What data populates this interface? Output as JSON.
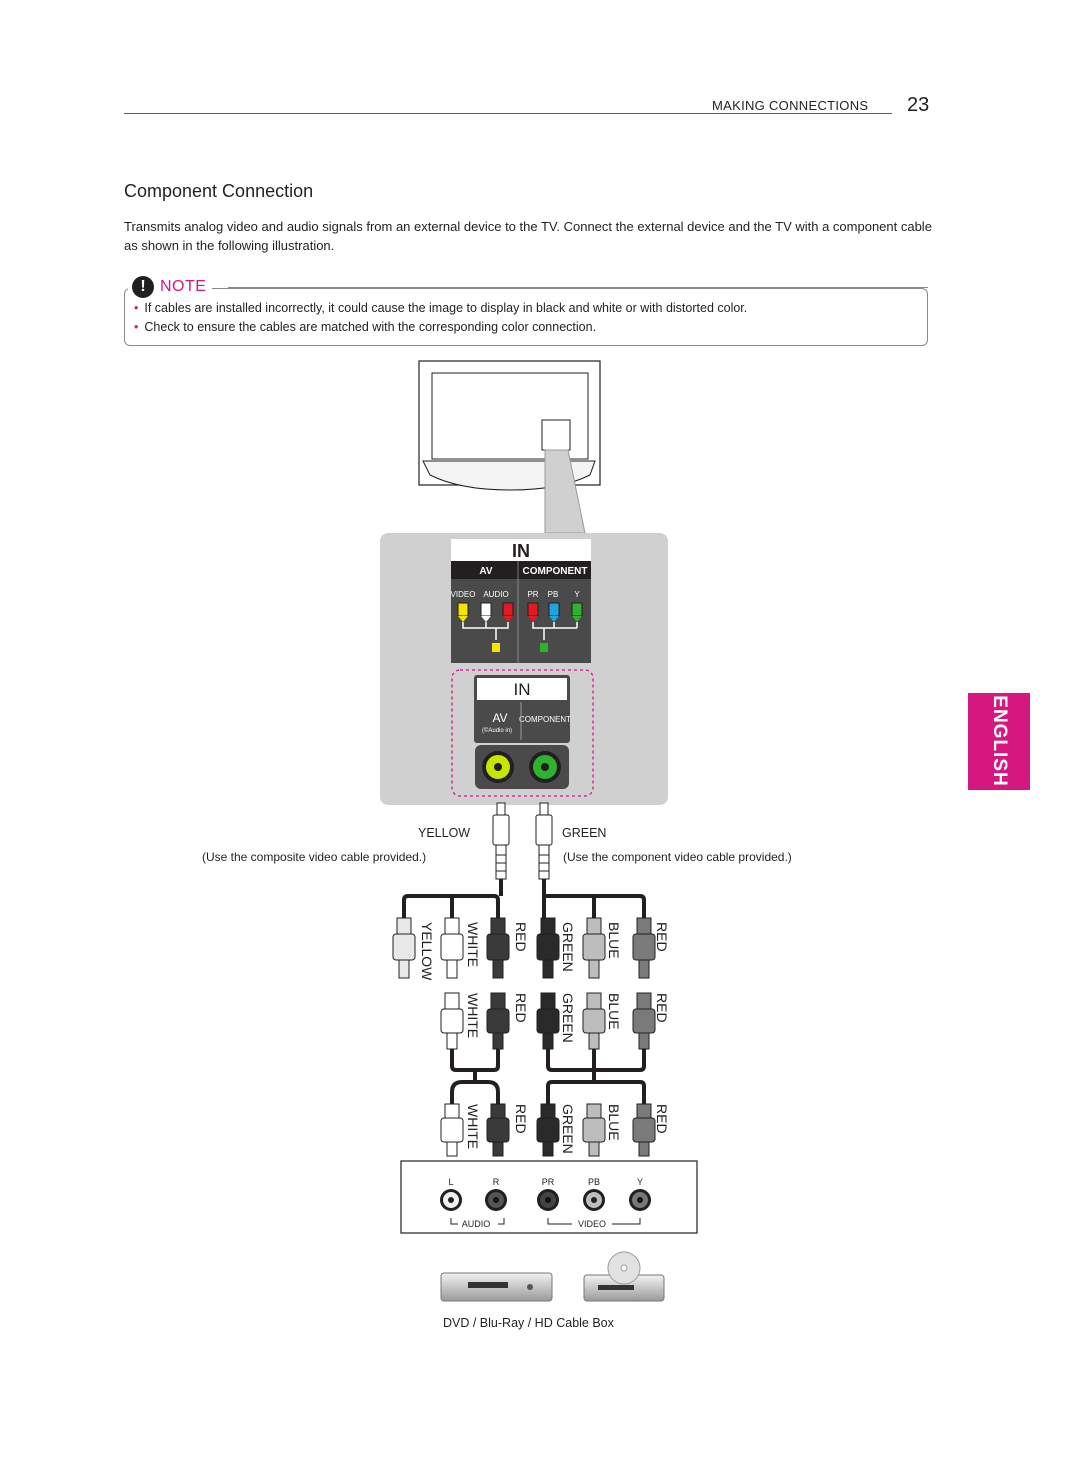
{
  "header": {
    "section": "MAKING CONNECTIONS",
    "page_number": "23"
  },
  "title": "Component Connection",
  "intro": "Transmits analog video and audio signals from an external device to the TV. Connect the external device and the TV with a component cable as shown in the following illustration.",
  "note": {
    "icon": "!",
    "title": "NOTE",
    "items": [
      "If cables are installed incorrectly, it could cause the image to display in black and white or with distorted color.",
      "Check to ensure the cables are matched with the corresponding color connection."
    ]
  },
  "language_tab": "ENGLISH",
  "panel_large": {
    "title": "IN",
    "av": "AV",
    "component": "COMPONENT",
    "video": "VIDEO",
    "audio": "AUDIO",
    "pr": "PR",
    "pb": "PB",
    "y": "Y"
  },
  "panel_small": {
    "title": "IN",
    "av": "AV",
    "audio_in": "(©Audio in)",
    "component": "COMPONENT"
  },
  "cables": {
    "yellow_label": "YELLOW",
    "green_label": "GREEN",
    "composite_note": "(Use the composite video cable provided.)",
    "component_note": "(Use the component video cable provided.)",
    "plug_labels": {
      "yellow": "YELLOW",
      "white": "WHITE",
      "red": "RED",
      "green": "GREEN",
      "blue": "BLUE"
    }
  },
  "device_panel": {
    "l": "L",
    "r": "R",
    "pr": "PR",
    "pb": "PB",
    "y": "Y",
    "audio": "AUDIO",
    "video": "VIDEO"
  },
  "caption": "DVD / Blu-Ray / HD Cable Box",
  "colors": {
    "accent": "#d6177f",
    "jack_yellow": "#c6e600",
    "jack_green": "#2fb32f",
    "jack_red": "#e21b22",
    "jack_blue": "#20a4dd",
    "panel_bg": "#d0d0d0"
  }
}
